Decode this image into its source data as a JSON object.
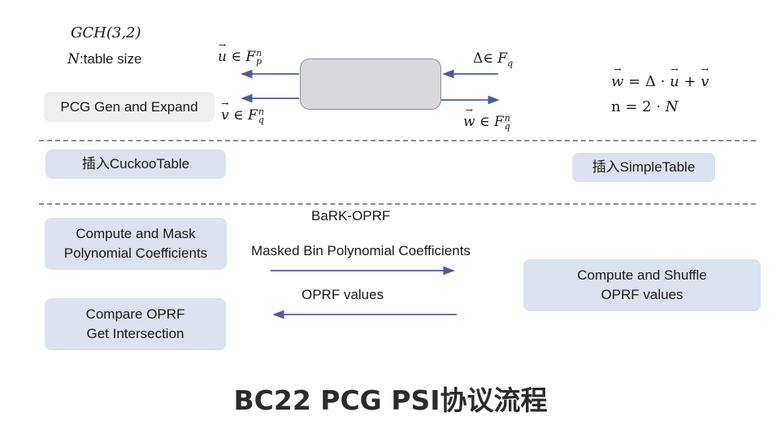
{
  "header_notes": {
    "gch": "GCH(3,2)",
    "table_size_var": "N",
    "table_size_text": ":table size"
  },
  "pcg_block": {
    "gen_expand_label": "PCG Gen and Expand",
    "outputs": {
      "u": {
        "vec": "u",
        "in": "∈",
        "field": "F",
        "sub": "p",
        "sup": "n"
      },
      "v": {
        "vec": "v",
        "in": "∈",
        "field": "F",
        "sub": "q",
        "sup": "n"
      },
      "w": {
        "vec": "w",
        "in": "∈",
        "field": "F",
        "sub": "q",
        "sup": "n"
      }
    },
    "input_delta": {
      "sym": "Δ",
      "in": "∈",
      "field": "F",
      "sub": "q"
    }
  },
  "equations": {
    "w_lhs": "w",
    "eq1_mid": " = Δ · ",
    "eq1_u": "u",
    "eq1_plus": " + ",
    "eq1_v": "v",
    "eq2_lhs": "n = 2 · ",
    "eq2_rhs": "N"
  },
  "stage2": {
    "left_box": "插入CuckooTable",
    "right_box": "插入SimpleTable"
  },
  "stage3": {
    "protocol_label": "BaRK-OPRF",
    "left_boxes": [
      {
        "line1": "Compute and Mask",
        "line2": "Polynomial Coefficients"
      },
      {
        "line1": "Compare OPRF",
        "line2": "Get Intersection"
      }
    ],
    "right_box": {
      "line1": "Compute and Shuffle",
      "line2": "OPRF values"
    },
    "messages": [
      {
        "label": "Masked Bin Polynomial Coefficients",
        "direction": "right"
      },
      {
        "label": "OPRF values",
        "direction": "left"
      }
    ]
  },
  "title": "BC22 PCG PSI协议流程",
  "colors": {
    "arrow": "#4a5f96",
    "box_blue": "#dae3ef",
    "box_gray": "#efefef",
    "dash": "#8a8d94"
  }
}
